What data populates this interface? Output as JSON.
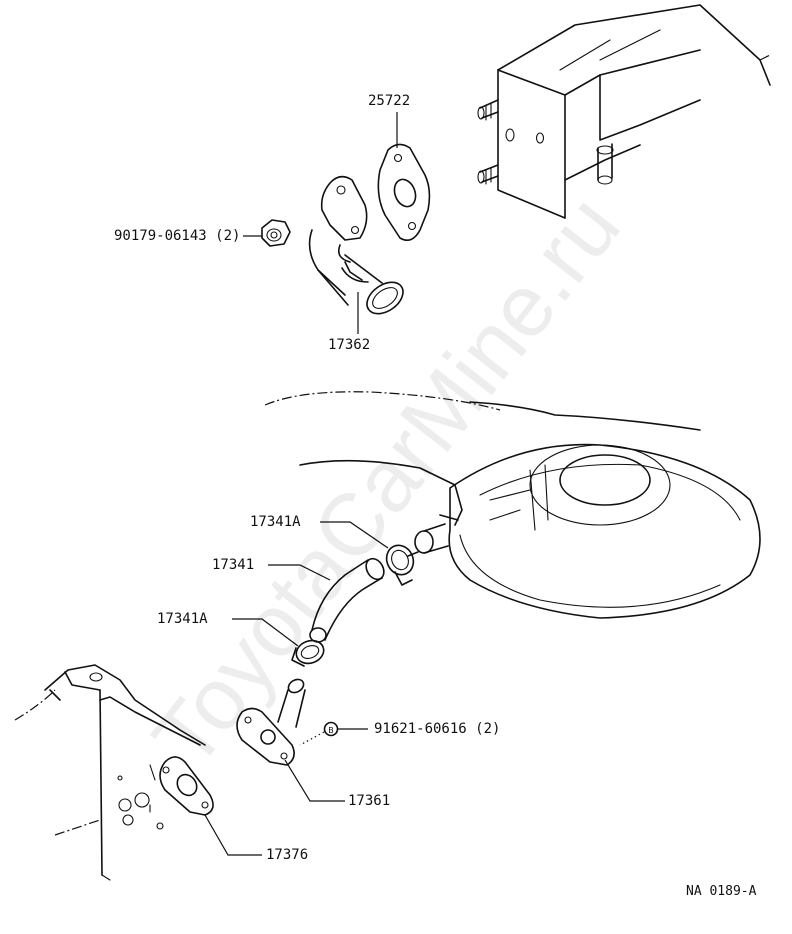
{
  "diagram": {
    "watermark": "ToyotaCarMine.ru",
    "figure_code": "NA 0189-A",
    "parts": [
      {
        "id": "p25722",
        "label": "25722"
      },
      {
        "id": "p9017906143",
        "label": "90179-06143 (2)"
      },
      {
        "id": "p17362",
        "label": "17362"
      },
      {
        "id": "p17341A_upper",
        "label": "17341A"
      },
      {
        "id": "p17341",
        "label": "17341"
      },
      {
        "id": "p17341A_lower",
        "label": "17341A"
      },
      {
        "id": "p9162160616",
        "label": "91621-60616 (2)"
      },
      {
        "id": "p17361",
        "label": "17361"
      },
      {
        "id": "p17376",
        "label": "17376"
      }
    ],
    "bolt_symbol": "B"
  }
}
